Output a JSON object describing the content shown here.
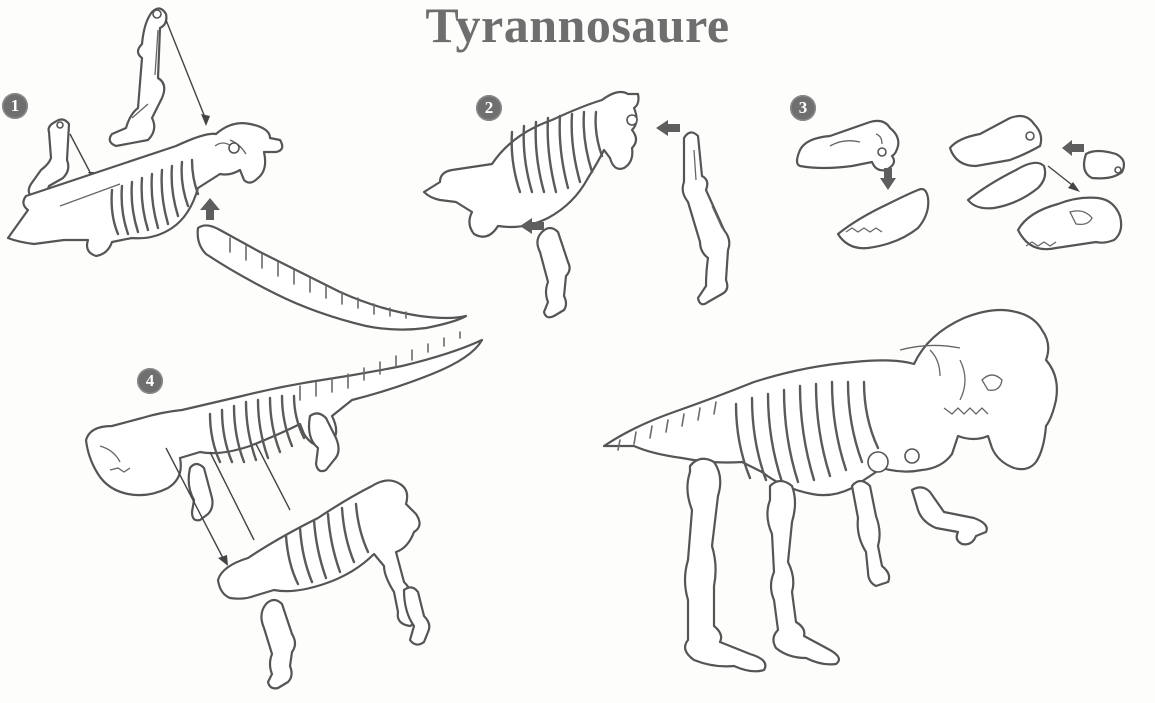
{
  "title": "Tyrannosaure",
  "steps": [
    {
      "number": "1"
    },
    {
      "number": "2"
    },
    {
      "number": "3"
    },
    {
      "number": "4"
    }
  ],
  "colors": {
    "ink": "#555555",
    "badge": "#6f6f6f",
    "title": "#6e6e6e",
    "paper": "#fdfdfc"
  },
  "icons": {
    "step_badge": "numbered-circle",
    "push_arrow": "block-arrow-icon"
  }
}
